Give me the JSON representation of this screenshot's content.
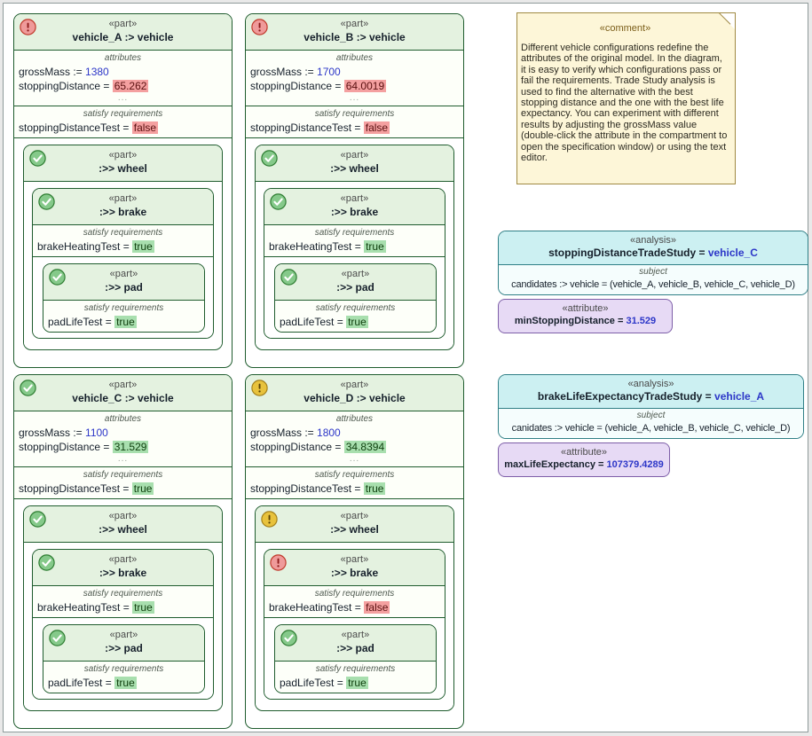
{
  "labels": {
    "part_stereotype": "«part»",
    "comment_stereotype": "«comment»",
    "analysis_stereotype": "«analysis»",
    "attribute_stereotype": "«attribute»",
    "attributes_compartment": "attributes",
    "satisfy_compartment": "satisfy requirements",
    "subject_compartment": "subject",
    "ellipsis": "..."
  },
  "colors": {
    "part_header_green": "#e4f2e0",
    "part_border_green": "#1f5c2e",
    "fail_highlight": "#f4a0a0",
    "pass_highlight": "#a8dfae",
    "number_blue": "#2d37c8",
    "analysis_header": "#ccf0f2",
    "analysis_border": "#2f7f86",
    "attribute_fill": "#e7daf5",
    "attribute_border": "#7e5fa8",
    "note_fill": "#fdf6d8",
    "note_border": "#a08a42",
    "status_error": "#ef9a9a",
    "status_warning": "#e8c23c",
    "status_ok": "#85c98a"
  },
  "vehicles": [
    {
      "id": "vehicle_A",
      "status": "error",
      "name": "vehicle_A :> vehicle",
      "grossMass_label": "grossMass := ",
      "grossMass_value": "1380",
      "stoppingDistance_label": "stoppingDistance = ",
      "stoppingDistance_value": "65.262",
      "stoppingDistance_state": "fail",
      "test_label": "stoppingDistanceTest = ",
      "test_value": "false",
      "test_state": "fail",
      "wheel": {
        "status": "ok",
        "name": ":>> wheel",
        "brake": {
          "status": "ok",
          "name": ":>> brake",
          "test_label": "brakeHeatingTest = ",
          "test_value": "true",
          "test_state": "pass",
          "pad": {
            "status": "ok",
            "name": ":>> pad",
            "test_label": "padLifeTest = ",
            "test_value": "true",
            "test_state": "pass"
          }
        }
      }
    },
    {
      "id": "vehicle_B",
      "status": "error",
      "name": "vehicle_B :> vehicle",
      "grossMass_label": "grossMass := ",
      "grossMass_value": "1700",
      "stoppingDistance_label": "stoppingDistance = ",
      "stoppingDistance_value": "64.0019",
      "stoppingDistance_state": "fail",
      "test_label": "stoppingDistanceTest = ",
      "test_value": "false",
      "test_state": "fail",
      "wheel": {
        "status": "ok",
        "name": ":>> wheel",
        "brake": {
          "status": "ok",
          "name": ":>> brake",
          "test_label": "brakeHeatingTest = ",
          "test_value": "true",
          "test_state": "pass",
          "pad": {
            "status": "ok",
            "name": ":>> pad",
            "test_label": "padLifeTest = ",
            "test_value": "true",
            "test_state": "pass"
          }
        }
      }
    },
    {
      "id": "vehicle_C",
      "status": "ok",
      "name": "vehicle_C :> vehicle",
      "grossMass_label": "grossMass := ",
      "grossMass_value": "1100",
      "stoppingDistance_label": "stoppingDistance = ",
      "stoppingDistance_value": "31.529",
      "stoppingDistance_state": "pass",
      "test_label": "stoppingDistanceTest = ",
      "test_value": "true",
      "test_state": "pass",
      "wheel": {
        "status": "ok",
        "name": ":>> wheel",
        "brake": {
          "status": "ok",
          "name": ":>> brake",
          "test_label": "brakeHeatingTest = ",
          "test_value": "true",
          "test_state": "pass",
          "pad": {
            "status": "ok",
            "name": ":>> pad",
            "test_label": "padLifeTest = ",
            "test_value": "true",
            "test_state": "pass"
          }
        }
      }
    },
    {
      "id": "vehicle_D",
      "status": "warning",
      "name": "vehicle_D :> vehicle",
      "grossMass_label": "grossMass := ",
      "grossMass_value": "1800",
      "stoppingDistance_label": "stoppingDistance = ",
      "stoppingDistance_value": "34.8394",
      "stoppingDistance_state": "pass",
      "test_label": "stoppingDistanceTest = ",
      "test_value": "true",
      "test_state": "pass",
      "wheel": {
        "status": "warning",
        "name": ":>> wheel",
        "brake": {
          "status": "error",
          "name": ":>> brake",
          "test_label": "brakeHeatingTest = ",
          "test_value": "false",
          "test_state": "fail",
          "pad": {
            "status": "ok",
            "name": ":>> pad",
            "test_label": "padLifeTest = ",
            "test_value": "true",
            "test_state": "pass"
          }
        }
      }
    }
  ],
  "comment": {
    "stereotype": "«comment»",
    "text": "Different vehicle configurations redefine the attributes of the original model. In the diagram, it is easy to verify which configurations pass or fail the requirements. Trade Study analysis is used to find the alternative with the best stopping distance and the one with the best life expectancy. You can experiment with different results by adjusting the grossMass value (double-click the attribute in the compartment to open the specification window) or using the text editor."
  },
  "analyses": [
    {
      "id": "stoppingDistanceTradeStudy",
      "stereotype": "«analysis»",
      "name_label": "stoppingDistanceTradeStudy = ",
      "name_value": "vehicle_C",
      "subject_title": "subject",
      "subject_line": "candidates :> vehicle = (vehicle_A, vehicle_B, vehicle_C, vehicle_D)",
      "attribute": {
        "stereotype": "«attribute»",
        "label": "minStoppingDistance = ",
        "value": "31.529"
      }
    },
    {
      "id": "brakeLifeExpectancyTradeStudy",
      "stereotype": "«analysis»",
      "name_label": "brakeLifeExpectancyTradeStudy = ",
      "name_value": "vehicle_A",
      "subject_title": "subject",
      "subject_line": "canidates :> vehicle = (vehicle_A, vehicle_B, vehicle_C, vehicle_D)",
      "attribute": {
        "stereotype": "«attribute»",
        "label": "maxLifeExpectancy = ",
        "value": "107379.4289"
      }
    }
  ]
}
